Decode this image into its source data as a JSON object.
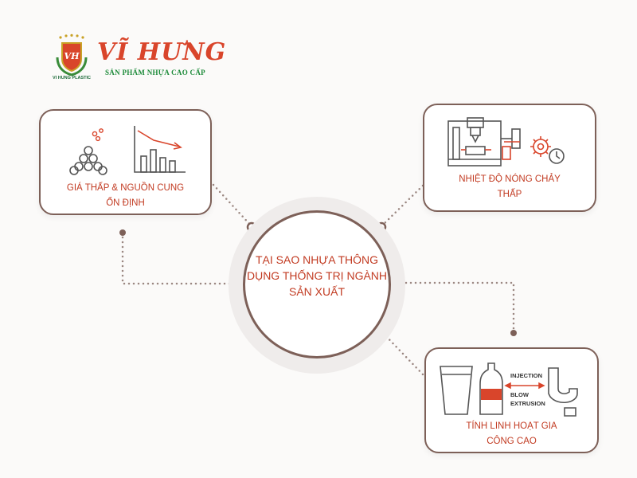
{
  "brand": {
    "name": "VĨ HƯNG",
    "tagline": "SẢN PHẨM NHỰA CAO CẤP",
    "emblem_text": "VH",
    "emblem_caption": "VI HUNG PLASTIC",
    "colors": {
      "brand_red": "#d9452b",
      "brand_green": "#1d8b3a",
      "gold": "#c9a227"
    }
  },
  "diagram": {
    "center_title": "TẠI SAO NHỰA THÔNG DỤNG THỐNG TRỊ NGÀNH SẢN XUẤT",
    "nodes": [
      {
        "id": "low-price",
        "label_line1": "GIÁ THẤP & NGUỒN CUNG",
        "label_line2": "ỔN ĐỊNH",
        "icon": "pellets-and-declining-chart-icon"
      },
      {
        "id": "low-melting",
        "label_line1": "NHIỆT ĐỘ NÓNG CHẢY",
        "label_line2": "THẤP",
        "icon": "molding-machine-gear-clock-icon"
      },
      {
        "id": "processing-flexibility",
        "label_line1": "TÍNH LINH HOẠT GIA",
        "label_line2": "CÔNG CAO",
        "icon": "cup-bottle-pipe-icon"
      }
    ],
    "icon_labels": {
      "injection": "INJECTION",
      "blow": "BLOW",
      "extrusion": "EXTRUSION"
    },
    "colors": {
      "text_red": "#c23b22",
      "border": "#7d6058",
      "connector": "#9a8680",
      "icon_gray": "#555555"
    }
  }
}
